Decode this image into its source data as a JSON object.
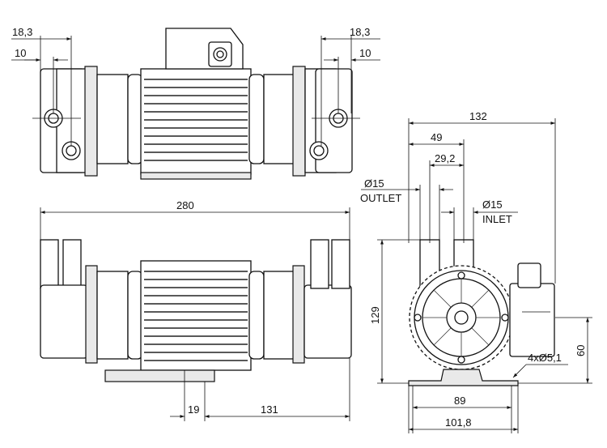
{
  "dimensions": {
    "top_left_outer": "18,3",
    "top_left_inner": "10",
    "top_right_outer": "18,3",
    "top_right_inner": "10",
    "overall_length": "280",
    "foot_offset": "19",
    "foot_to_end": "131",
    "width_total": "132",
    "outlet_offset": "49",
    "inlet_offset": "29,2",
    "outlet_diameter": "Ø15",
    "outlet_label": "OUTLET",
    "inlet_diameter": "Ø15",
    "inlet_label": "INLET",
    "height_total": "129",
    "height_box": "60",
    "mounting_holes": "4xØ5,1",
    "hole_spacing": "89",
    "foot_width": "101,8"
  }
}
